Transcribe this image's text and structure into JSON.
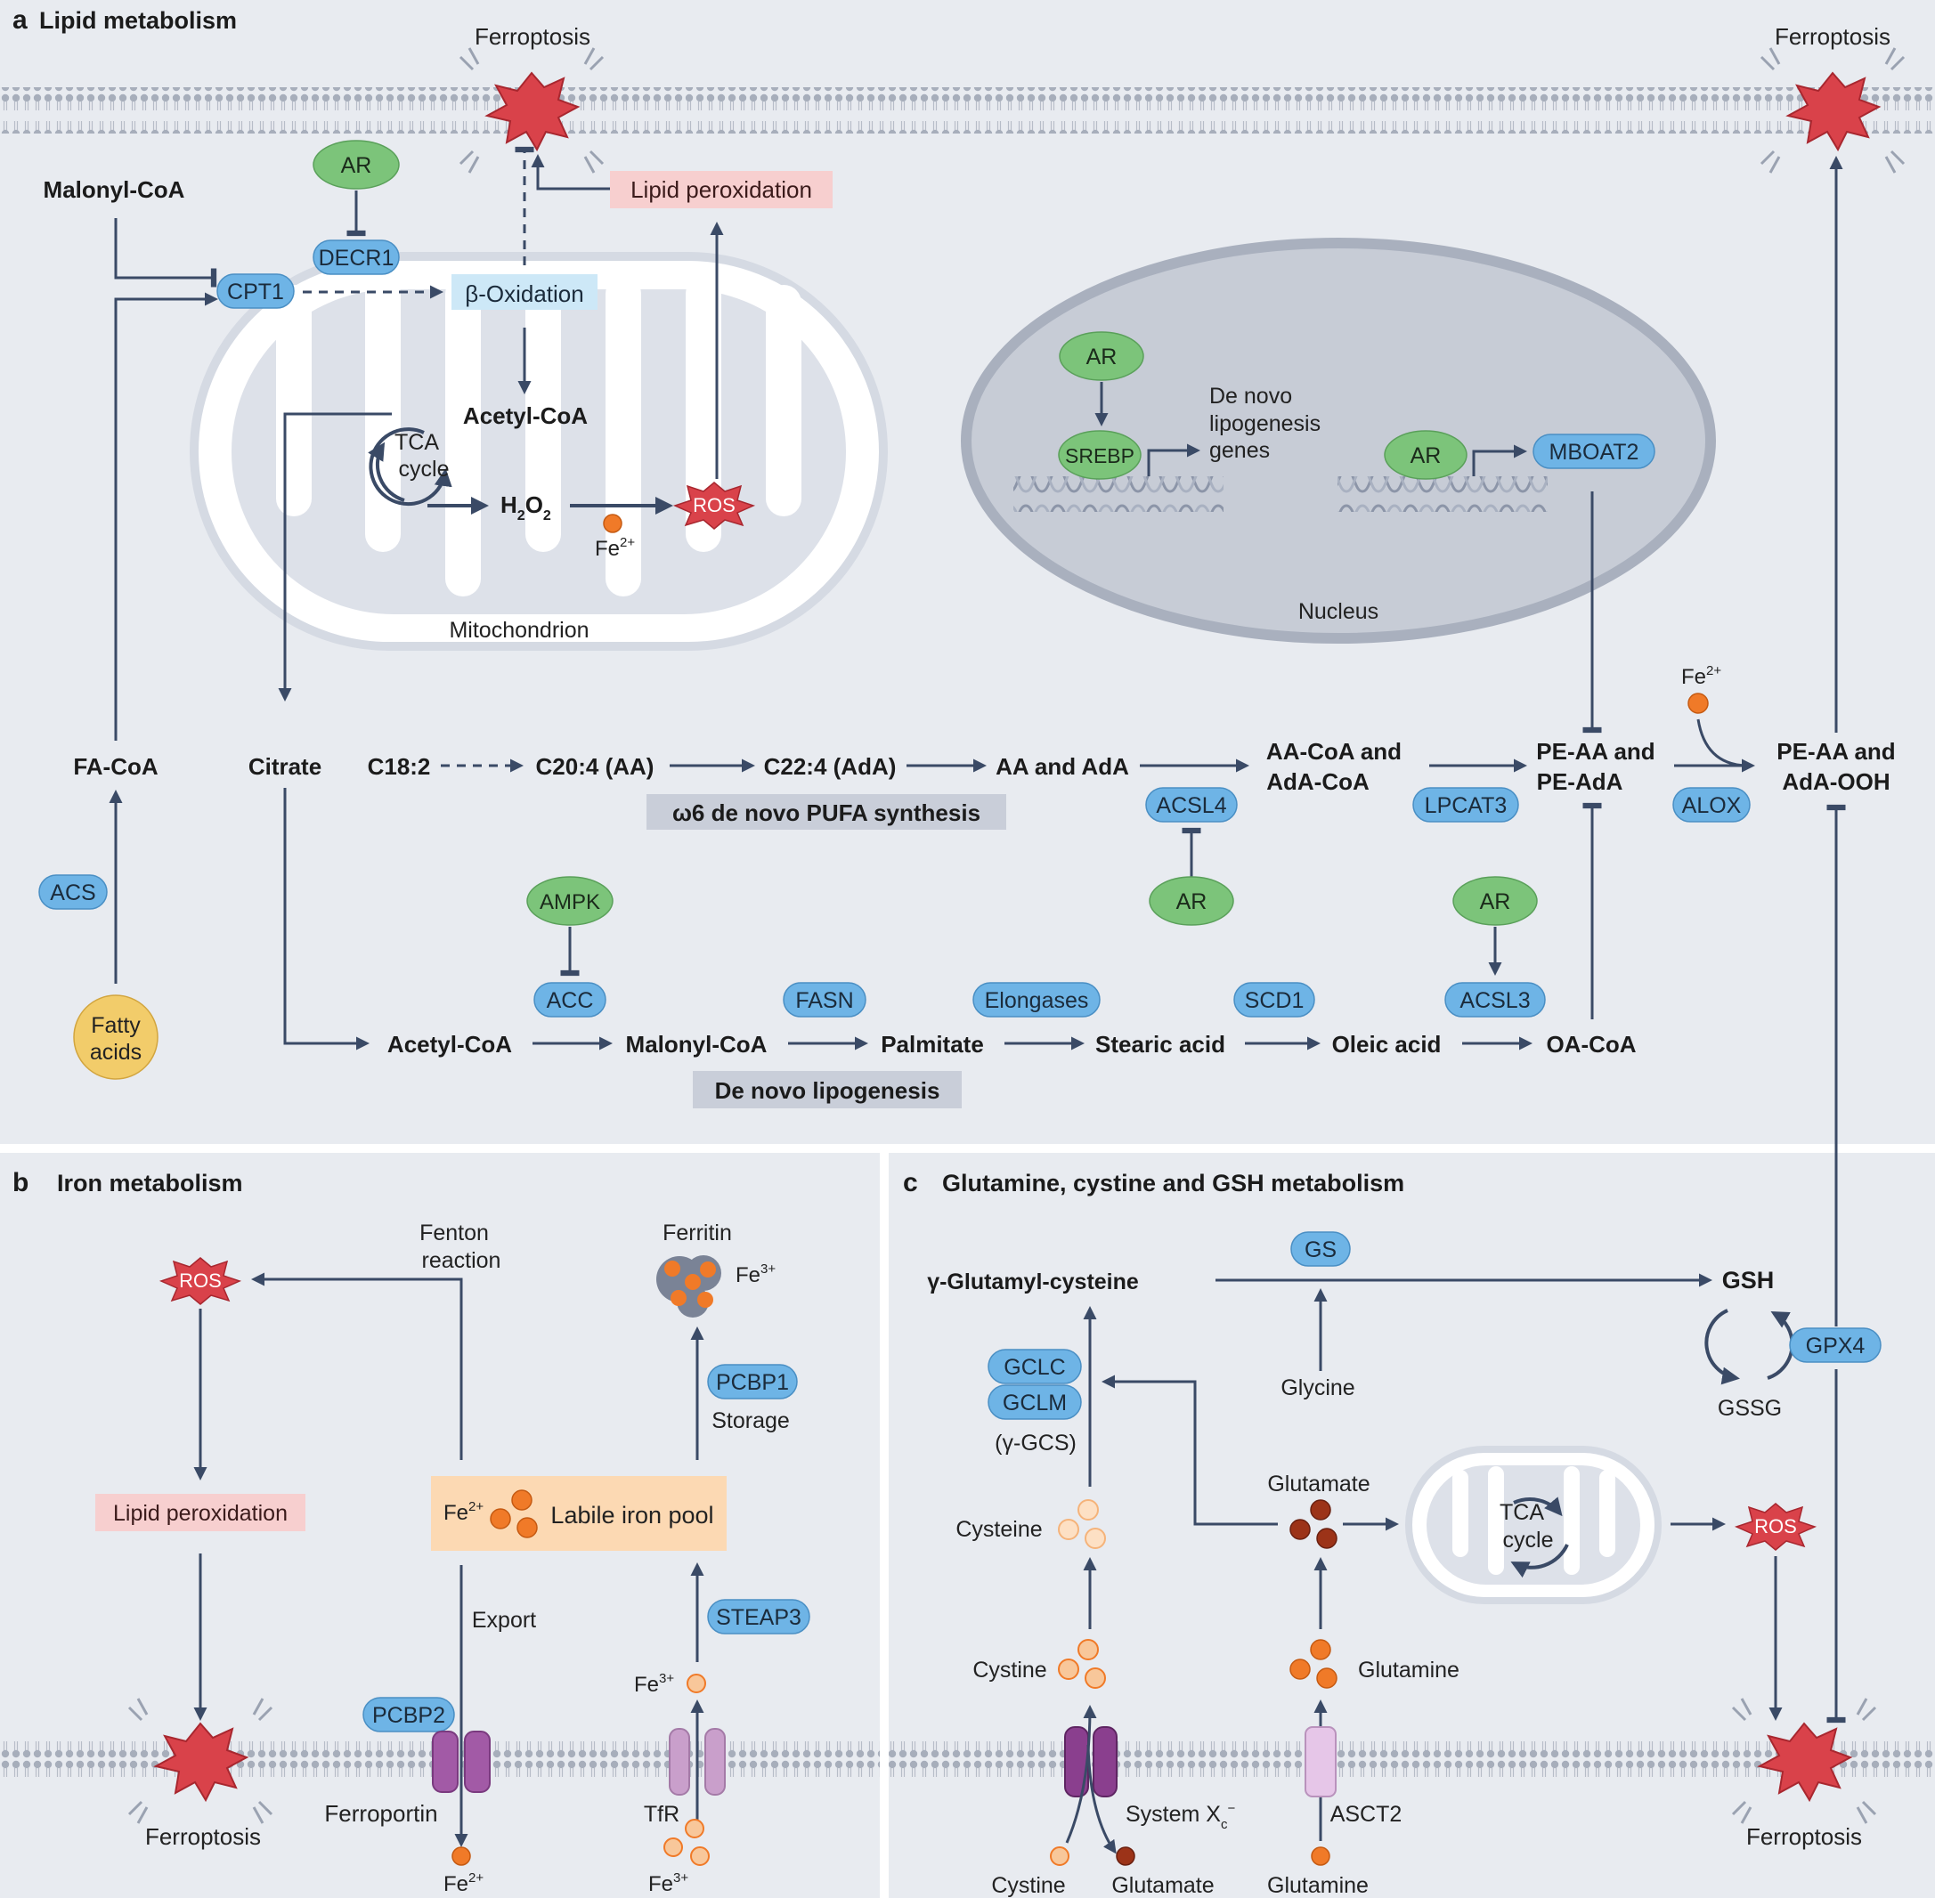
{
  "colors": {
    "panel_bg": "#e8ebf0",
    "arrow": "#3a4a66",
    "enzyme_fill": "#6eb4e6",
    "ar_fill": "#7cc47a",
    "ros_fill": "#d9424a",
    "lipid_perox_fill": "#f7cfcf",
    "beta_ox_fill": "#cde8f7",
    "iron_pool_fill": "#fcd9b3",
    "label_box_fill": "#c9ced9",
    "fatty_acids_fill": "#f2cc6a",
    "iron_dot": "#f07a28",
    "cystine_dot": "#f8c79a",
    "glutamate_dot": "#9c3318",
    "transporter": "#8a3f8e",
    "tfr": "#c99fcb"
  },
  "panel_a": {
    "letter": "a",
    "title": "Lipid metabolism",
    "ferroptosis_left": "Ferroptosis",
    "ferroptosis_right": "Ferroptosis",
    "malonyl_coa_top": "Malonyl-CoA",
    "ar": "AR",
    "decr1": "DECR1",
    "cpt1": "CPT1",
    "beta_oxidation": "β-Oxidation",
    "lipid_peroxidation": "Lipid peroxidation",
    "acetyl_coa_mito": "Acetyl-CoA",
    "tca_line1": "TCA",
    "tca_line2": "cycle",
    "h2o2_h": "H",
    "h2o2_sub1": "2",
    "h2o2_o": "O",
    "h2o2_sub2": "2",
    "ros": "ROS",
    "fe": "Fe",
    "fe2_sup": "2+",
    "mitochondrion": "Mitochondrion",
    "nucleus": "Nucleus",
    "srebp": "SREBP",
    "lipo_genes_1": "De novo",
    "lipo_genes_2": "lipogenesis",
    "lipo_genes_3": "genes",
    "mboat2": "MBOAT2",
    "fa_coa": "FA-CoA",
    "citrate": "Citrate",
    "c18": "C18:2",
    "c20": "C20:4 (AA)",
    "c22": "C22:4 (AdA)",
    "aa_ada": "AA and AdA",
    "aa_coa_1": "AA-CoA and",
    "aa_coa_2": "AdA-CoA",
    "pe_aa_1": "PE-AA and",
    "pe_aa_2": "PE-AdA",
    "pe_ooh_1": "PE-AA and",
    "pe_ooh_2": "AdA-OOH",
    "pufa_label": "ω6 de novo PUFA synthesis",
    "acsl4": "ACSL4",
    "lpcat3": "LPCAT3",
    "alox": "ALOX",
    "acs": "ACS",
    "fatty_acids_1": "Fatty",
    "fatty_acids_2": "acids",
    "ampk": "AMPK",
    "acc": "ACC",
    "fasn": "FASN",
    "elongases": "Elongases",
    "scd1": "SCD1",
    "acsl3": "ACSL3",
    "acetyl_coa": "Acetyl-CoA",
    "malonyl_coa": "Malonyl-CoA",
    "palmitate": "Palmitate",
    "stearic": "Stearic acid",
    "oleic": "Oleic acid",
    "oa_coa": "OA-CoA",
    "lipogenesis_label": "De novo lipogenesis"
  },
  "panel_b": {
    "letter": "b",
    "title": "Iron metabolism",
    "ros": "ROS",
    "fenton_1": "Fenton",
    "fenton_2": "reaction",
    "ferritin": "Ferritin",
    "fe": "Fe",
    "fe3_sup": "3+",
    "fe2_sup": "2+",
    "pcbp1": "PCBP1",
    "storage": "Storage",
    "lipid_peroxidation": "Lipid peroxidation",
    "labile_pool": "Labile iron pool",
    "export": "Export",
    "steap3": "STEAP3",
    "pcbp2": "PCBP2",
    "ferroptosis": "Ferroptosis",
    "ferroportin": "Ferroportin",
    "tfr": "TfR"
  },
  "panel_c": {
    "letter": "c",
    "title": "Glutamine, cystine and GSH metabolism",
    "gs": "GS",
    "gamma_glut": "γ-Glutamyl-cysteine",
    "gsh": "GSH",
    "gpx4": "GPX4",
    "gssg": "GSSG",
    "gclc": "GCLC",
    "gclm": "GCLM",
    "gamma_gcs": "(γ-GCS)",
    "glycine": "Glycine",
    "glutamate": "Glutamate",
    "tca_line1": "TCA",
    "tca_line2": "cycle",
    "ros": "ROS",
    "cysteine": "Cysteine",
    "cystine": "Cystine",
    "glutamine": "Glutamine",
    "system_xc": "System X",
    "system_xc_sub": "c",
    "system_xc_sup": "−",
    "asct2": "ASCT2",
    "cystine_out": "Cystine",
    "glutamate_out": "Glutamate",
    "glutamine_out": "Glutamine",
    "ferroptosis": "Ferroptosis"
  }
}
